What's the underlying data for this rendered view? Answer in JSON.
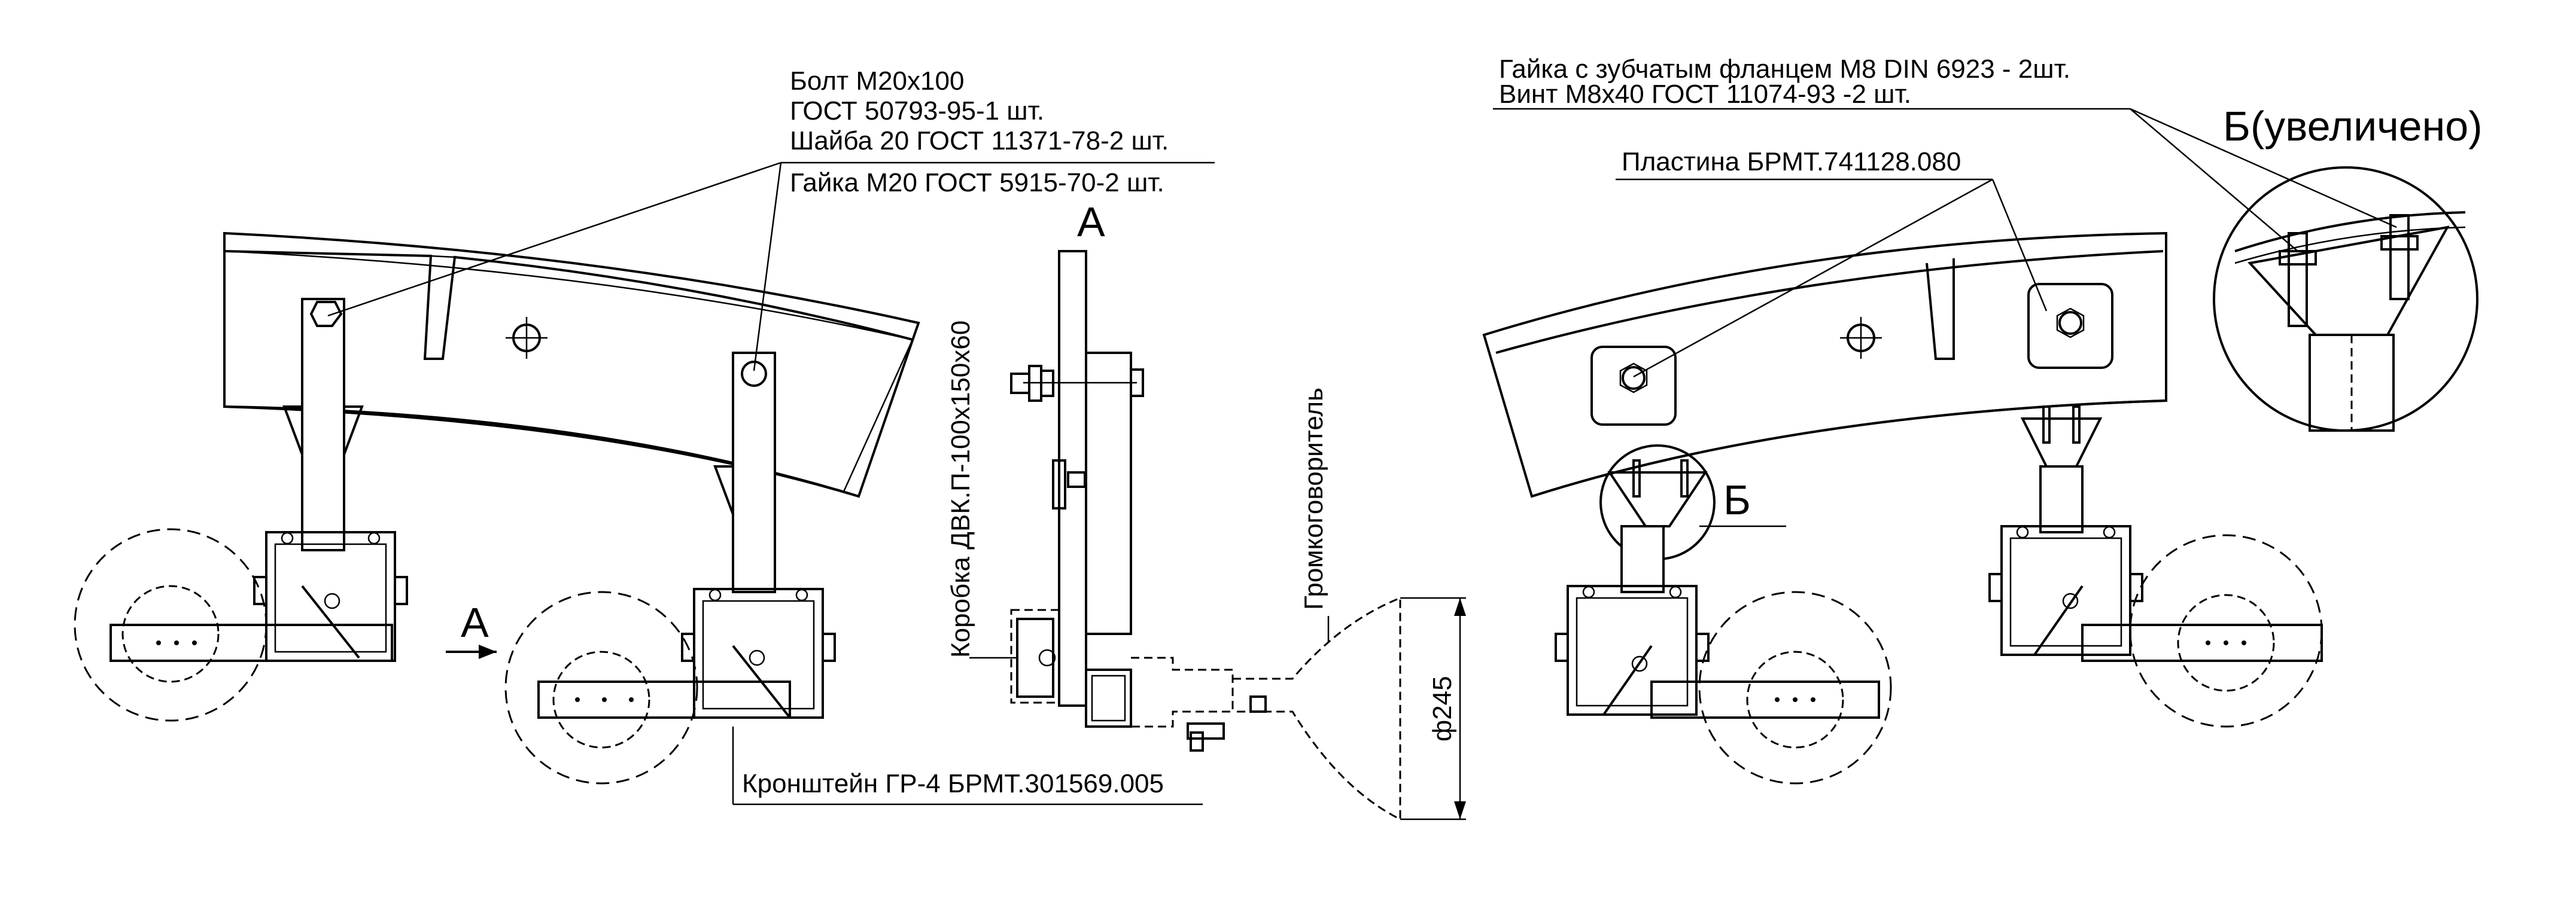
{
  "left_callout": {
    "line1": "Болт М20х100",
    "line2": "ГОСТ 50793-95-1 шт.",
    "line3": "Шайба 20 ГОСТ 11371-78-2 шт.",
    "line4": "Гайка М20 ГОСТ 5915-70-2 шт."
  },
  "right_callout": {
    "line1": "Гайка с зубчатым фланцем М8 DIN 6923 - 2шт.",
    "line2": "Винт М8х40 ГОСТ 11074-93 -2 шт."
  },
  "plate_label": "Пластина БРМТ.741128.080",
  "detail_title": "Б(увеличено)",
  "detail_marker": "Б",
  "view_marker_top": "А",
  "view_marker_arrow": "А",
  "box_label": "Коробка ДВК.П-100х150х60",
  "speaker_label": "Громкоговоритель",
  "diameter_label": "ф245",
  "bracket_label": "Кронштейн ГР-4 БРМТ.301569.005"
}
